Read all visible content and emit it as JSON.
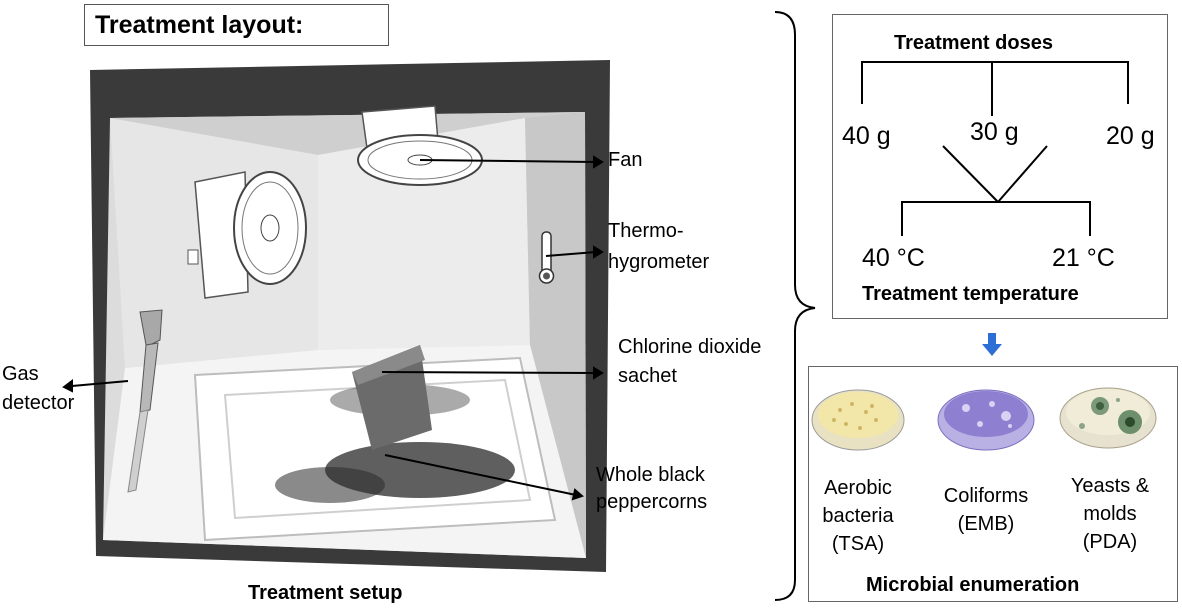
{
  "title": "Treatment layout:",
  "setup": {
    "caption": "Treatment setup",
    "labels": {
      "fan": "Fan",
      "thermo_line1": "Thermo-",
      "thermo_line2": "hygrometer",
      "chlorine_line1": "Chlorine dioxide",
      "chlorine_line2": "sachet",
      "pepper_line1": "Whole black",
      "pepper_line2": "peppercorns",
      "gas_line1": "Gas",
      "gas_line2": "detector"
    }
  },
  "doses": {
    "title": "Treatment doses",
    "values": [
      "40 g",
      "30 g",
      "20 g"
    ],
    "temp_title": "Treatment temperature",
    "temp_values": [
      "40 °C",
      "21 °C"
    ]
  },
  "enumeration": {
    "title": "Microbial enumeration",
    "media": [
      {
        "line1": "Aerobic",
        "line2": "bacteria",
        "line3": "(TSA)"
      },
      {
        "line1": "Coliforms",
        "line2": "(EMB)",
        "line3": ""
      },
      {
        "line1": "Yeasts &",
        "line2": "molds",
        "line3": "(PDA)"
      }
    ]
  },
  "colors": {
    "chamber_frame": "#3a3a3a",
    "chamber_wall": "#d9d9d9",
    "arrow_blue": "#2e6fd6",
    "tsa_plate": "#f2e6a8",
    "emb_plate": "#8e7fd0",
    "pda_plate": "#f1ecd8"
  }
}
